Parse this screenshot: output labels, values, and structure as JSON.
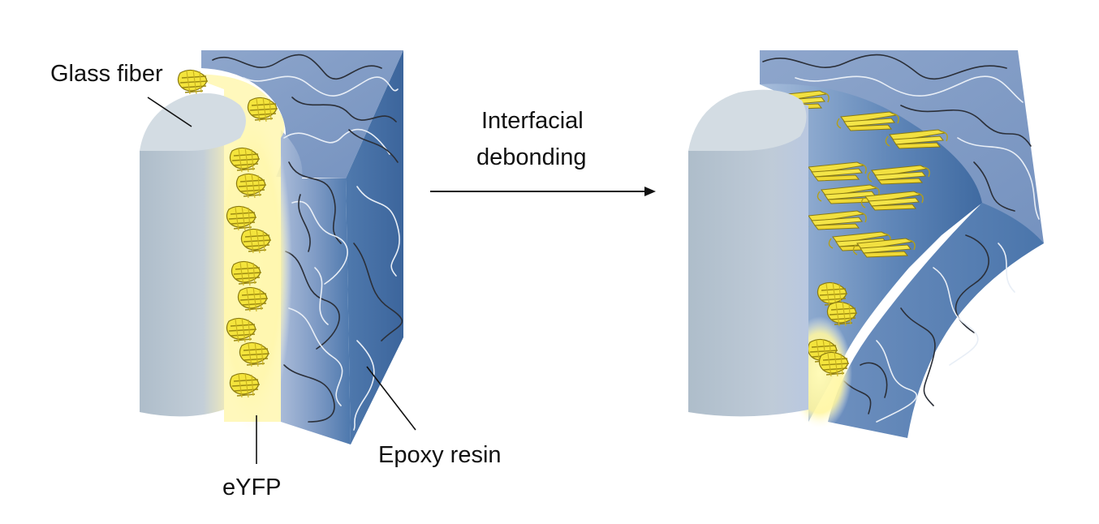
{
  "labels": {
    "glass_fiber": "Glass fiber",
    "eyfp": "eYFP",
    "epoxy_resin": "Epoxy resin",
    "process_line1": "Interfacial",
    "process_line2": "debonding"
  },
  "colors": {
    "fiber_light": "#d3dce3",
    "fiber_mid": "#b9c6d1",
    "fiber_dark": "#a8b7c4",
    "epoxy_light": "#8da5c9",
    "epoxy_mid": "#6f8fbc",
    "epoxy_dark": "#3d6aa0",
    "protein_yellow": "#f2e23a",
    "protein_glow": "#fff7a6",
    "label_text": "#111111"
  },
  "icons": {
    "left_panel": "intact-fiber-epoxy-interface-illustration",
    "right_panel": "debonded-fiber-epoxy-interface-illustration",
    "arrow": "right-arrow-icon"
  }
}
